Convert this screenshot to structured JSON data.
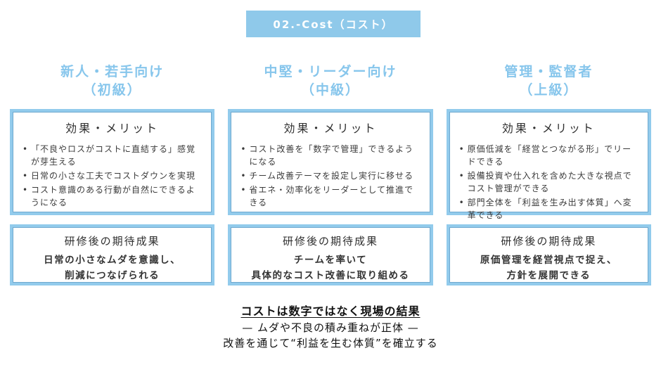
{
  "banner": {
    "title": "02.-Cost（コスト）",
    "bg_color": "#8fc9ea",
    "text_color": "#ffffff"
  },
  "accent_colors": {
    "box_border": "#92cbec",
    "header_text": "#87c6ec"
  },
  "columns": [
    {
      "header_line1": "新人・若手向け",
      "header_line2": "（初級）",
      "effects": {
        "title": "効果・メリット",
        "bullets": [
          "「不良やロスがコストに直結する」感覚が芽生える",
          "日常の小さな工夫でコストダウンを実現",
          "コスト意識のある行動が自然にできるようになる"
        ]
      },
      "outcome": {
        "title": "研修後の期待成果",
        "line1": "日常の小さなムダを意識し、",
        "line2": "削減につなげられる"
      }
    },
    {
      "header_line1": "中堅・リーダー向け",
      "header_line2": "（中級）",
      "effects": {
        "title": "効果・メリット",
        "bullets": [
          "コスト改善を「数字で管理」できるようになる",
          "チーム改善テーマを設定し実行に移せる",
          "省エネ・効率化をリーダーとして推進できる"
        ]
      },
      "outcome": {
        "title": "研修後の期待成果",
        "line1": "チームを率いて",
        "line2": "具体的なコスト改善に取り組める"
      }
    },
    {
      "header_line1": "管理・監督者",
      "header_line2": "（上級）",
      "effects": {
        "title": "効果・メリット",
        "bullets": [
          "原価低減を「経営とつながる形」でリードできる",
          "設備投資や仕入れを含めた大きな視点でコスト管理ができる",
          "部門全体を「利益を生み出す体質」へ変革できる"
        ]
      },
      "outcome": {
        "title": "研修後の期待成果",
        "line1": "原価管理を経営視点で捉え、",
        "line2": "方針を展開できる"
      }
    }
  ],
  "footer": {
    "line1": "コストは数字ではなく現場の結果",
    "line2": "— ムダや不良の積み重ねが正体 —",
    "line3": "改善を通じて“利益を生む体質”を確立する"
  }
}
